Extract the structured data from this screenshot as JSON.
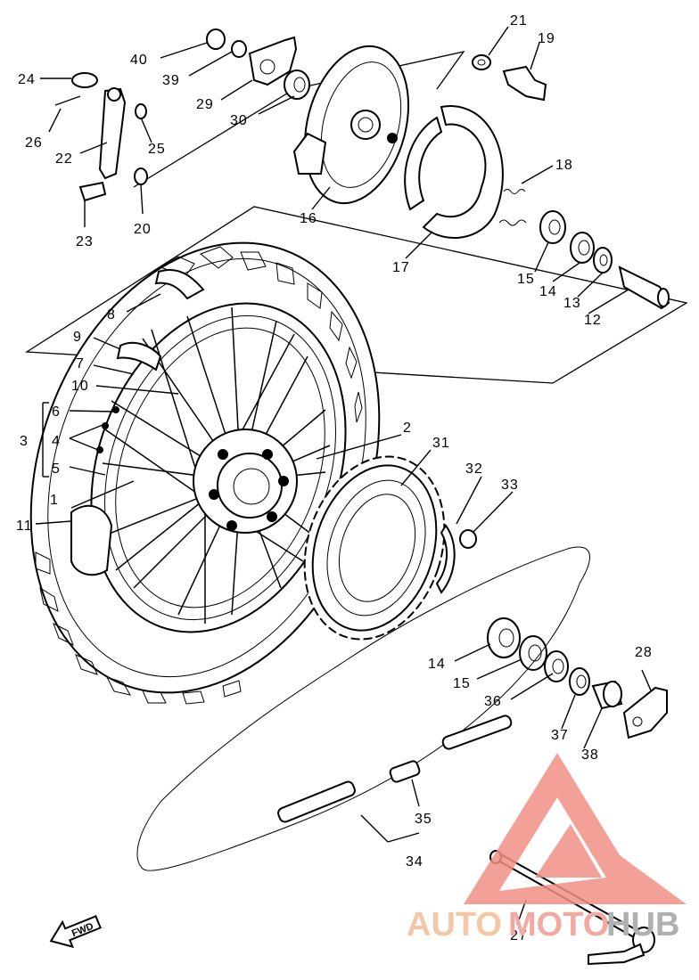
{
  "diagram": {
    "labels": [
      "1",
      "2",
      "3",
      "4",
      "5",
      "6",
      "7",
      "8",
      "9",
      "10",
      "11",
      "12",
      "13",
      "14",
      "15",
      "16",
      "17",
      "18",
      "19",
      "20",
      "21",
      "22",
      "23",
      "24",
      "25",
      "26",
      "27",
      "28",
      "29",
      "30",
      "31",
      "32",
      "33",
      "34",
      "35",
      "36",
      "37",
      "38",
      "39",
      "40",
      "14",
      "15"
    ],
    "fwd_marker": "FWD"
  },
  "watermark": {
    "part_auto": "AUTO",
    "part_moto": "MOTO",
    "part_hub": "HUB",
    "colors": {
      "auto": "#f4c7a7",
      "moto": "#f2a9a2",
      "hub": "#b0b0b0",
      "logo": "#f08f86"
    }
  }
}
